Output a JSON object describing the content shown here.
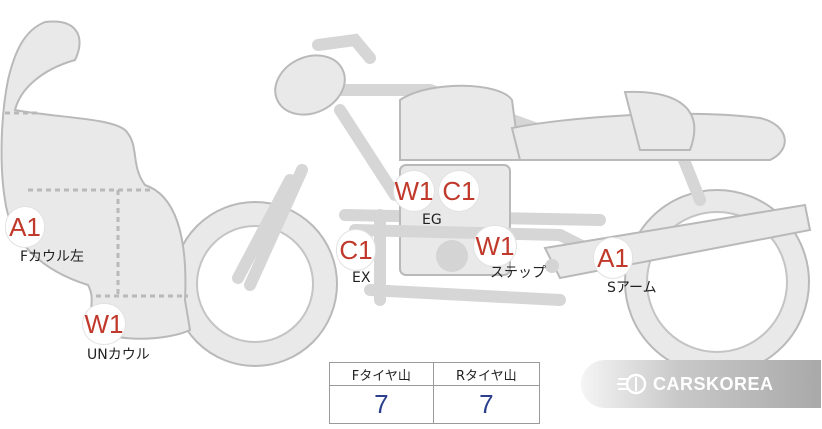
{
  "markers": [
    {
      "id": "f-cowl-left",
      "code": "A1",
      "label": "Fカウル左"
    },
    {
      "id": "un-cowl",
      "code": "W1",
      "label": "UNカウル"
    },
    {
      "id": "exhaust",
      "code": "C1",
      "label": "EX"
    },
    {
      "id": "engine",
      "codes": [
        "W1",
        "C1"
      ],
      "label": "EG"
    },
    {
      "id": "step",
      "code": "W1",
      "label": "ステップ"
    },
    {
      "id": "swing-arm",
      "code": "A1",
      "label": "Sアーム"
    }
  ],
  "tire_table": {
    "front_header": "Fタイヤ山",
    "rear_header": "Rタイヤ山",
    "front_value": "7",
    "rear_value": "7"
  },
  "watermark": {
    "text": "CARSKOREA",
    "icon": "carskorea-logo-icon"
  },
  "colors": {
    "code_red": "#c0392b",
    "value_blue": "#2b3f8c",
    "body_fill": "#e9e9e9"
  }
}
